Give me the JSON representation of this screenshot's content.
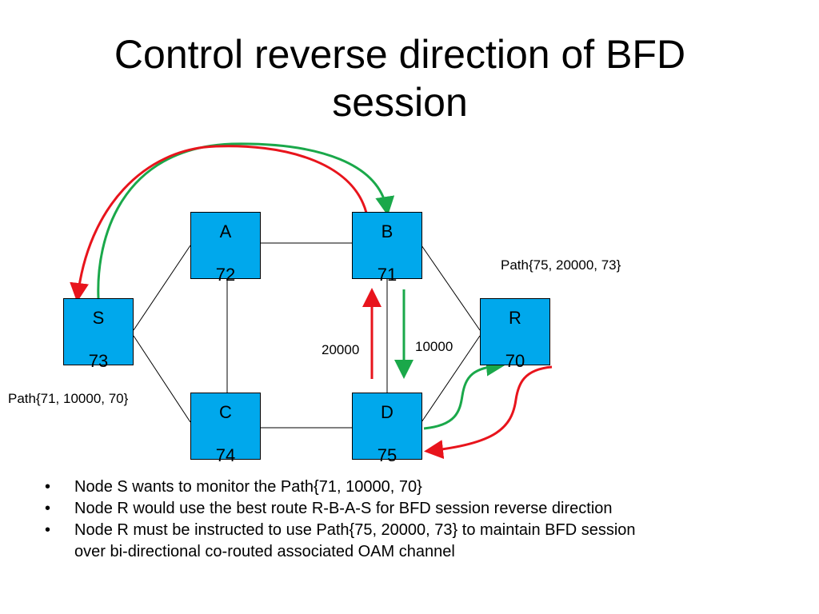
{
  "title": {
    "line1": "Control reverse direction of BFD",
    "line2": "session"
  },
  "nodes": {
    "A": {
      "name": "A",
      "number": "72"
    },
    "B": {
      "name": "B",
      "number": "71"
    },
    "C": {
      "name": "C",
      "number": "74"
    },
    "D": {
      "name": "D",
      "number": "75"
    },
    "S": {
      "name": "S",
      "number": "73"
    },
    "R": {
      "name": "R",
      "number": "70"
    }
  },
  "labels": {
    "path_r": "Path{75, 20000, 73}",
    "path_s": "Path{71, 10000, 70}",
    "metric_up": "20000",
    "metric_down": "10000"
  },
  "colors": {
    "node_fill": "#00a8ec",
    "forward_arrow": "#1aa84a",
    "reverse_arrow": "#e8141c"
  },
  "bullets": [
    "Node S wants to monitor the Path{71, 10000, 70}",
    "Node R would use the best route R-B-A-S for BFD session reverse direction",
    "Node R must be instructed to use Path{75, 20000, 73} to maintain BFD session",
    "over bi-directional co-routed associated OAM channel"
  ],
  "bullet_symbol": "•"
}
